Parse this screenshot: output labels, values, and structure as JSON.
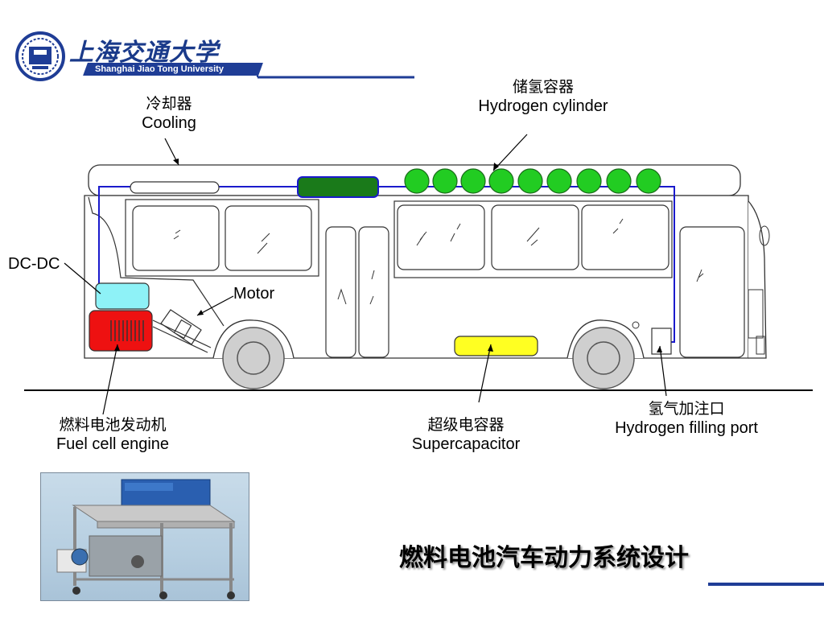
{
  "header": {
    "university_cn": "上海交通大学",
    "university_en": "Shanghai Jiao Tong University",
    "brand_color": "#1f3d96"
  },
  "labels": {
    "hydrogen_cylinder": {
      "cn": "储氢容器",
      "en": "Hydrogen cylinder"
    },
    "cooling": {
      "cn": "冷却器",
      "en": "Cooling"
    },
    "dcdc": {
      "en": "DC-DC"
    },
    "motor": {
      "en": "Motor"
    },
    "fuel_cell_engine": {
      "cn": "燃料电池发动机",
      "en": "Fuel cell engine"
    },
    "supercapacitor": {
      "cn": "超级电容器",
      "en": "Supercapacitor"
    },
    "hydrogen_filling_port": {
      "cn": "氢气加注口",
      "en": "Hydrogen filling port"
    }
  },
  "title": "燃料电池汽车动力系统设计",
  "colors": {
    "hydrogen_cylinder": "#22cc22",
    "cooling_unit": "#1a7a1a",
    "dcdc": "#8ef2f7",
    "fuel_cell": "#ee1111",
    "supercapacitor": "#ffff22",
    "piping": "#1a1acc"
  }
}
